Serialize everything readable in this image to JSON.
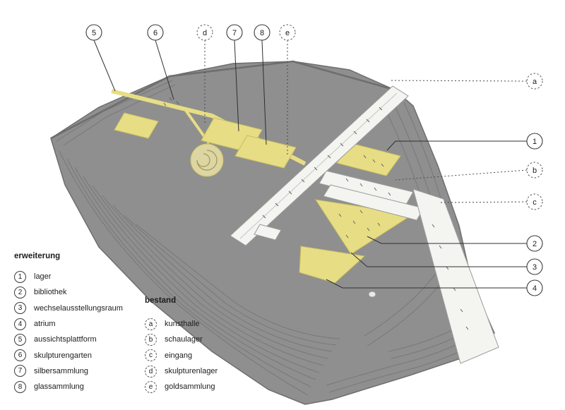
{
  "colors": {
    "terrain": "#8f8f8f",
    "terrain_contour": "#747474",
    "terrain_rim": "#6e6e6e",
    "highlight": "#e7dd85",
    "highlight_edge": "#c9bd62",
    "building": "#f4f4f1",
    "building_edge": "#9a9a9a",
    "leader": "#2f2f2f",
    "text": "#1c1c1c"
  },
  "callouts": {
    "top": [
      {
        "key": "5",
        "style": "solid"
      },
      {
        "key": "6",
        "style": "solid"
      },
      {
        "key": "d",
        "style": "dashed"
      },
      {
        "key": "7",
        "style": "solid"
      },
      {
        "key": "8",
        "style": "solid"
      },
      {
        "key": "e",
        "style": "dashed"
      }
    ],
    "right": [
      {
        "key": "a",
        "style": "dashed"
      },
      {
        "key": "1",
        "style": "solid"
      },
      {
        "key": "b",
        "style": "dashed"
      },
      {
        "key": "c",
        "style": "dashed"
      },
      {
        "key": "2",
        "style": "solid"
      },
      {
        "key": "3",
        "style": "solid"
      },
      {
        "key": "4",
        "style": "solid"
      }
    ]
  },
  "legend_erweiterung": {
    "title": "erweiterung",
    "items": [
      {
        "key": "1",
        "label": "lager"
      },
      {
        "key": "2",
        "label": "bibliothek"
      },
      {
        "key": "3",
        "label": "wechselausstellungsraum"
      },
      {
        "key": "4",
        "label": "atrium"
      },
      {
        "key": "5",
        "label": "aussichtsplattform"
      },
      {
        "key": "6",
        "label": "skulpturengarten"
      },
      {
        "key": "7",
        "label": "silbersammlung"
      },
      {
        "key": "8",
        "label": "glassammlung"
      }
    ]
  },
  "legend_bestand": {
    "title": "bestand",
    "items": [
      {
        "key": "a",
        "label": "kunsthalle"
      },
      {
        "key": "b",
        "label": "schaulager"
      },
      {
        "key": "c",
        "label": "eingang"
      },
      {
        "key": "d",
        "label": "skulpturenlager"
      },
      {
        "key": "e",
        "label": "goldsammlung"
      }
    ]
  }
}
